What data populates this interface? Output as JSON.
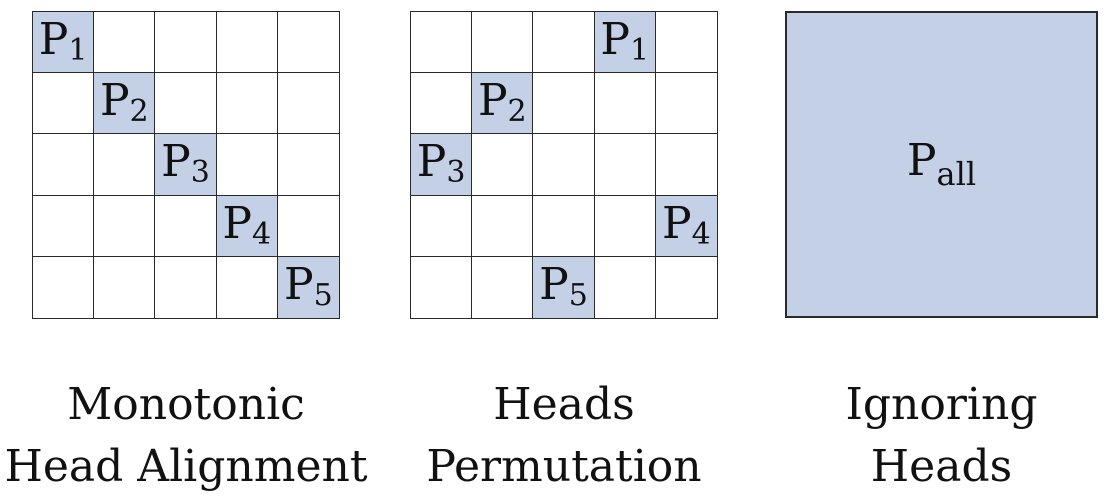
{
  "panels": [
    {
      "caption_line1": "Monotonic",
      "caption_line2": "Head Alignment",
      "rows": 5,
      "cols": 5,
      "blocks": [
        {
          "row": 1,
          "col": 1,
          "label": "P",
          "sub": "1"
        },
        {
          "row": 2,
          "col": 2,
          "label": "P",
          "sub": "2"
        },
        {
          "row": 3,
          "col": 3,
          "label": "P",
          "sub": "3"
        },
        {
          "row": 4,
          "col": 4,
          "label": "P",
          "sub": "4"
        },
        {
          "row": 5,
          "col": 5,
          "label": "P",
          "sub": "5"
        }
      ]
    },
    {
      "caption_line1": "Heads",
      "caption_line2": "Permutation",
      "rows": 5,
      "cols": 5,
      "blocks": [
        {
          "row": 1,
          "col": 4,
          "label": "P",
          "sub": "1"
        },
        {
          "row": 2,
          "col": 2,
          "label": "P",
          "sub": "2"
        },
        {
          "row": 3,
          "col": 1,
          "label": "P",
          "sub": "3"
        },
        {
          "row": 4,
          "col": 5,
          "label": "P",
          "sub": "4"
        },
        {
          "row": 5,
          "col": 3,
          "label": "P",
          "sub": "5"
        }
      ]
    },
    {
      "caption_line1": "Ignoring",
      "caption_line2": "Heads",
      "block": {
        "label": "P",
        "sub": "all"
      }
    }
  ],
  "colors": {
    "block_fill": "#c4d0e6",
    "grid_line": "#2a2a2a"
  }
}
